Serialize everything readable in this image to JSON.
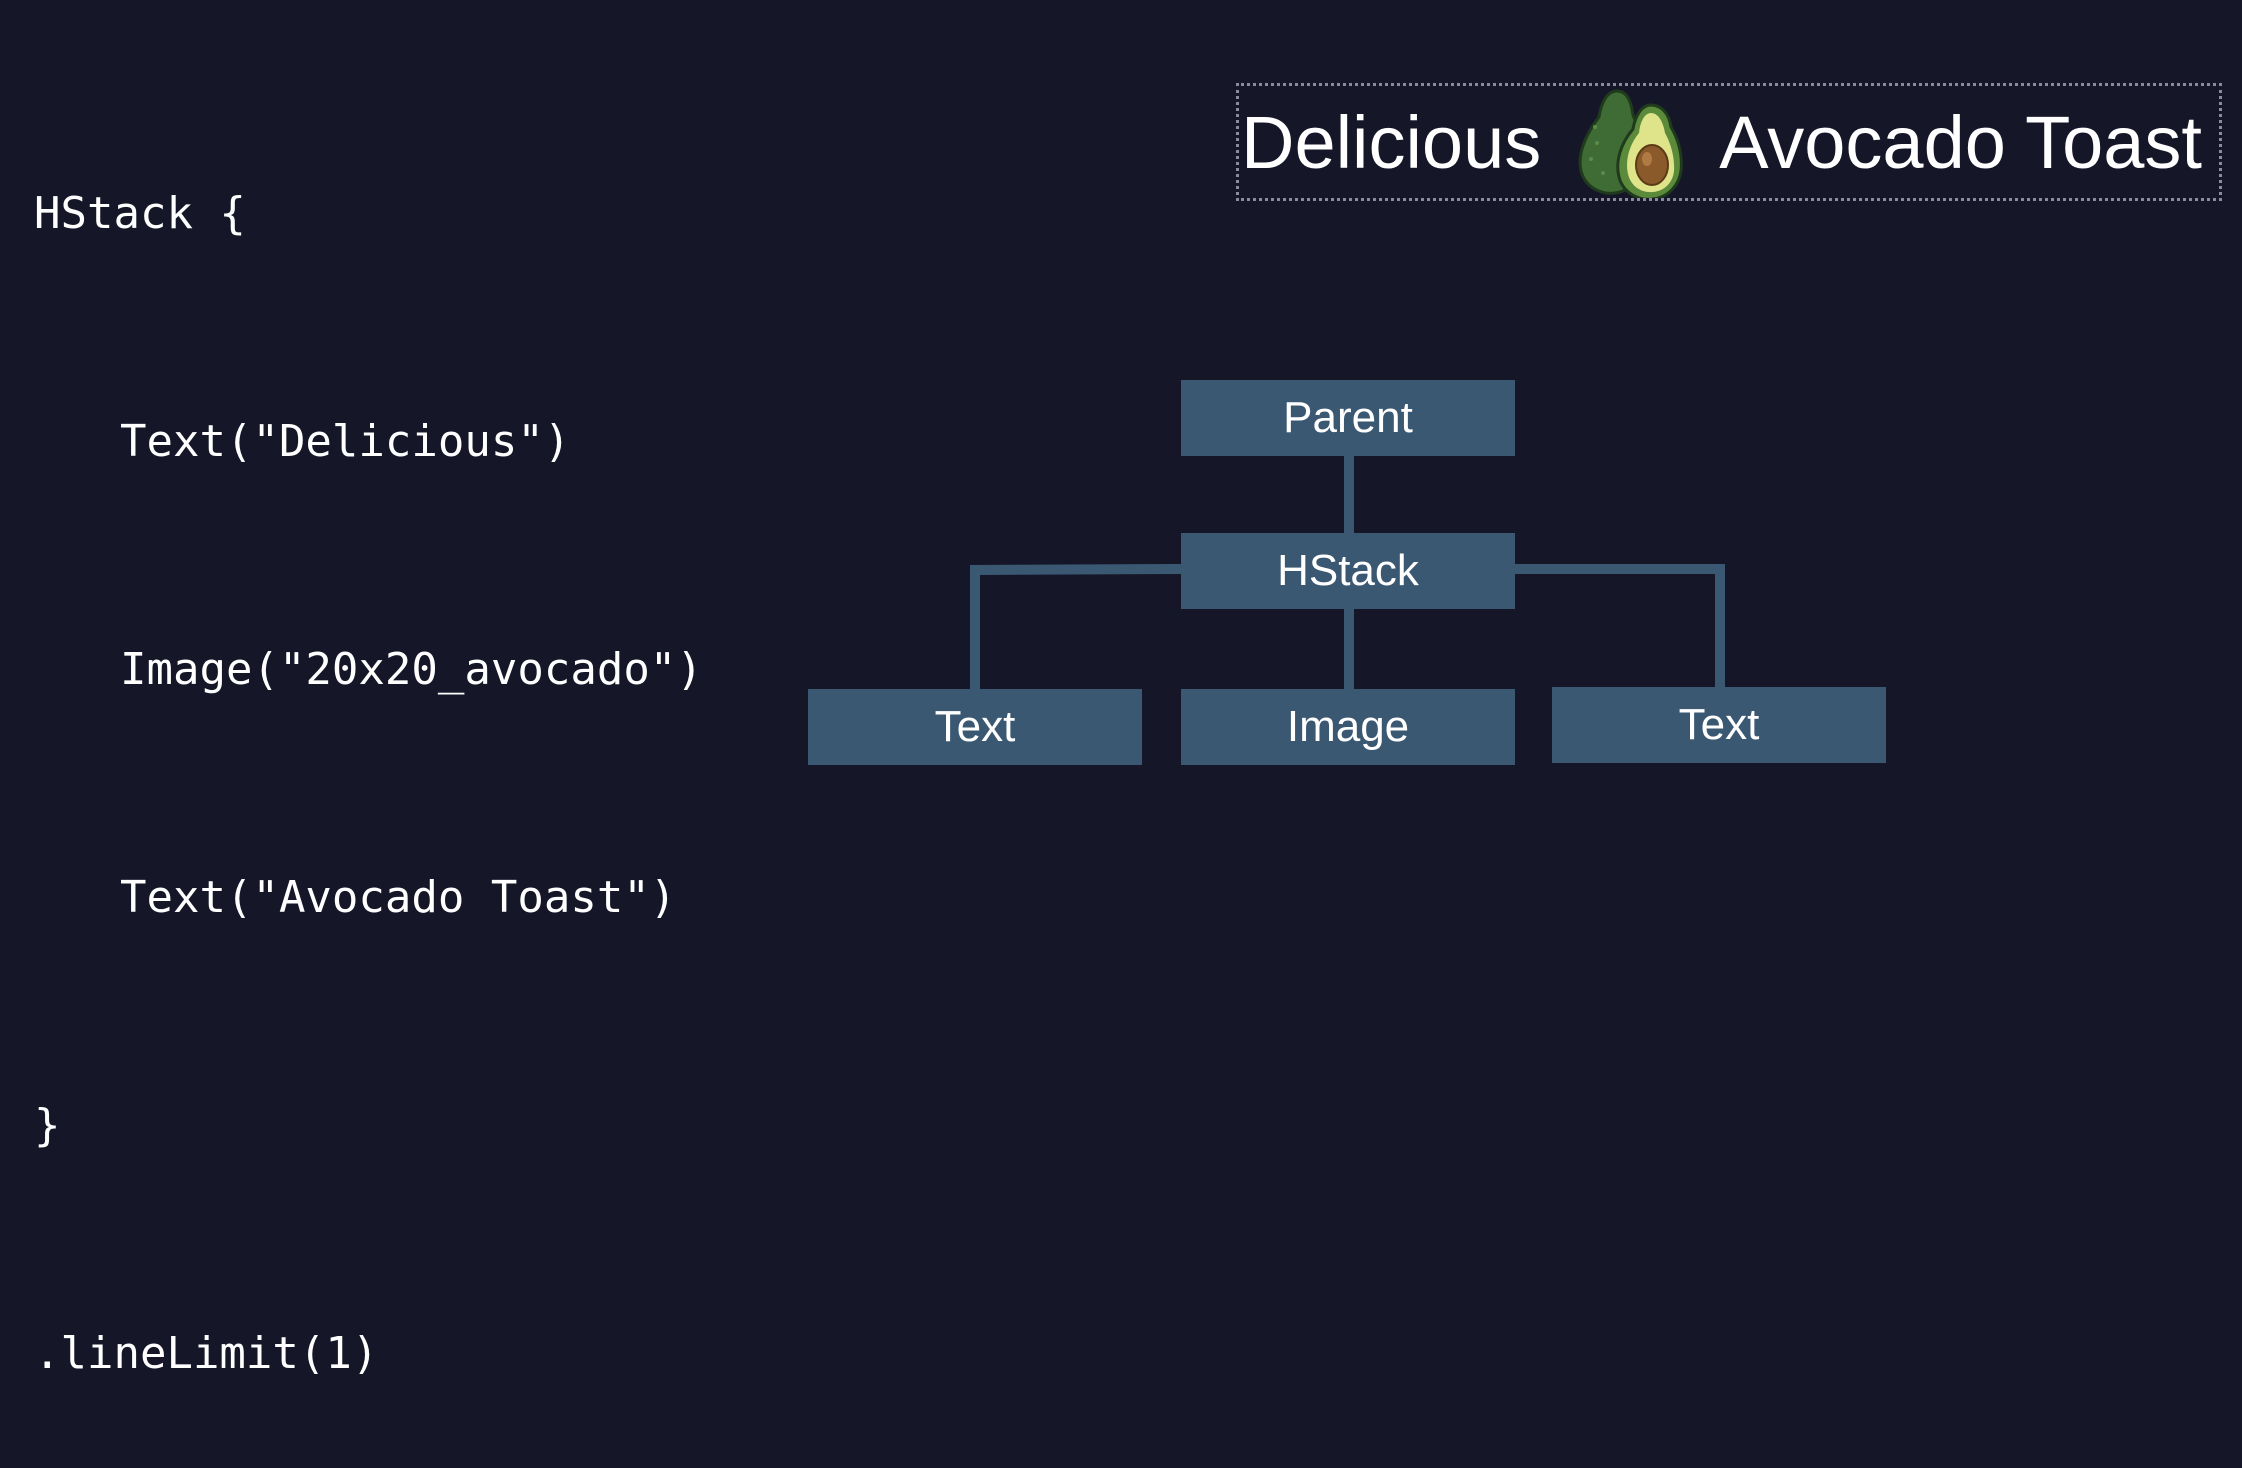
{
  "code": {
    "lines": [
      "HStack {",
      "Text(\"Delicious\")",
      "Image(\"20x20_avocado\")",
      "Text(\"Avocado Toast\")",
      "}",
      ".lineLimit(1)"
    ]
  },
  "preview": {
    "text_1": "Delicious",
    "image": "avocado-icon",
    "text_2": "Avocado Toast"
  },
  "tree": {
    "parent": "Parent",
    "hstack": "HStack",
    "children": [
      "Text",
      "Image",
      "Text"
    ]
  },
  "colors": {
    "background": "#151729",
    "node_fill": "#3b5873",
    "connector": "#3b5873",
    "text": "#ffffff",
    "dotted_border": "#8a8c99"
  }
}
